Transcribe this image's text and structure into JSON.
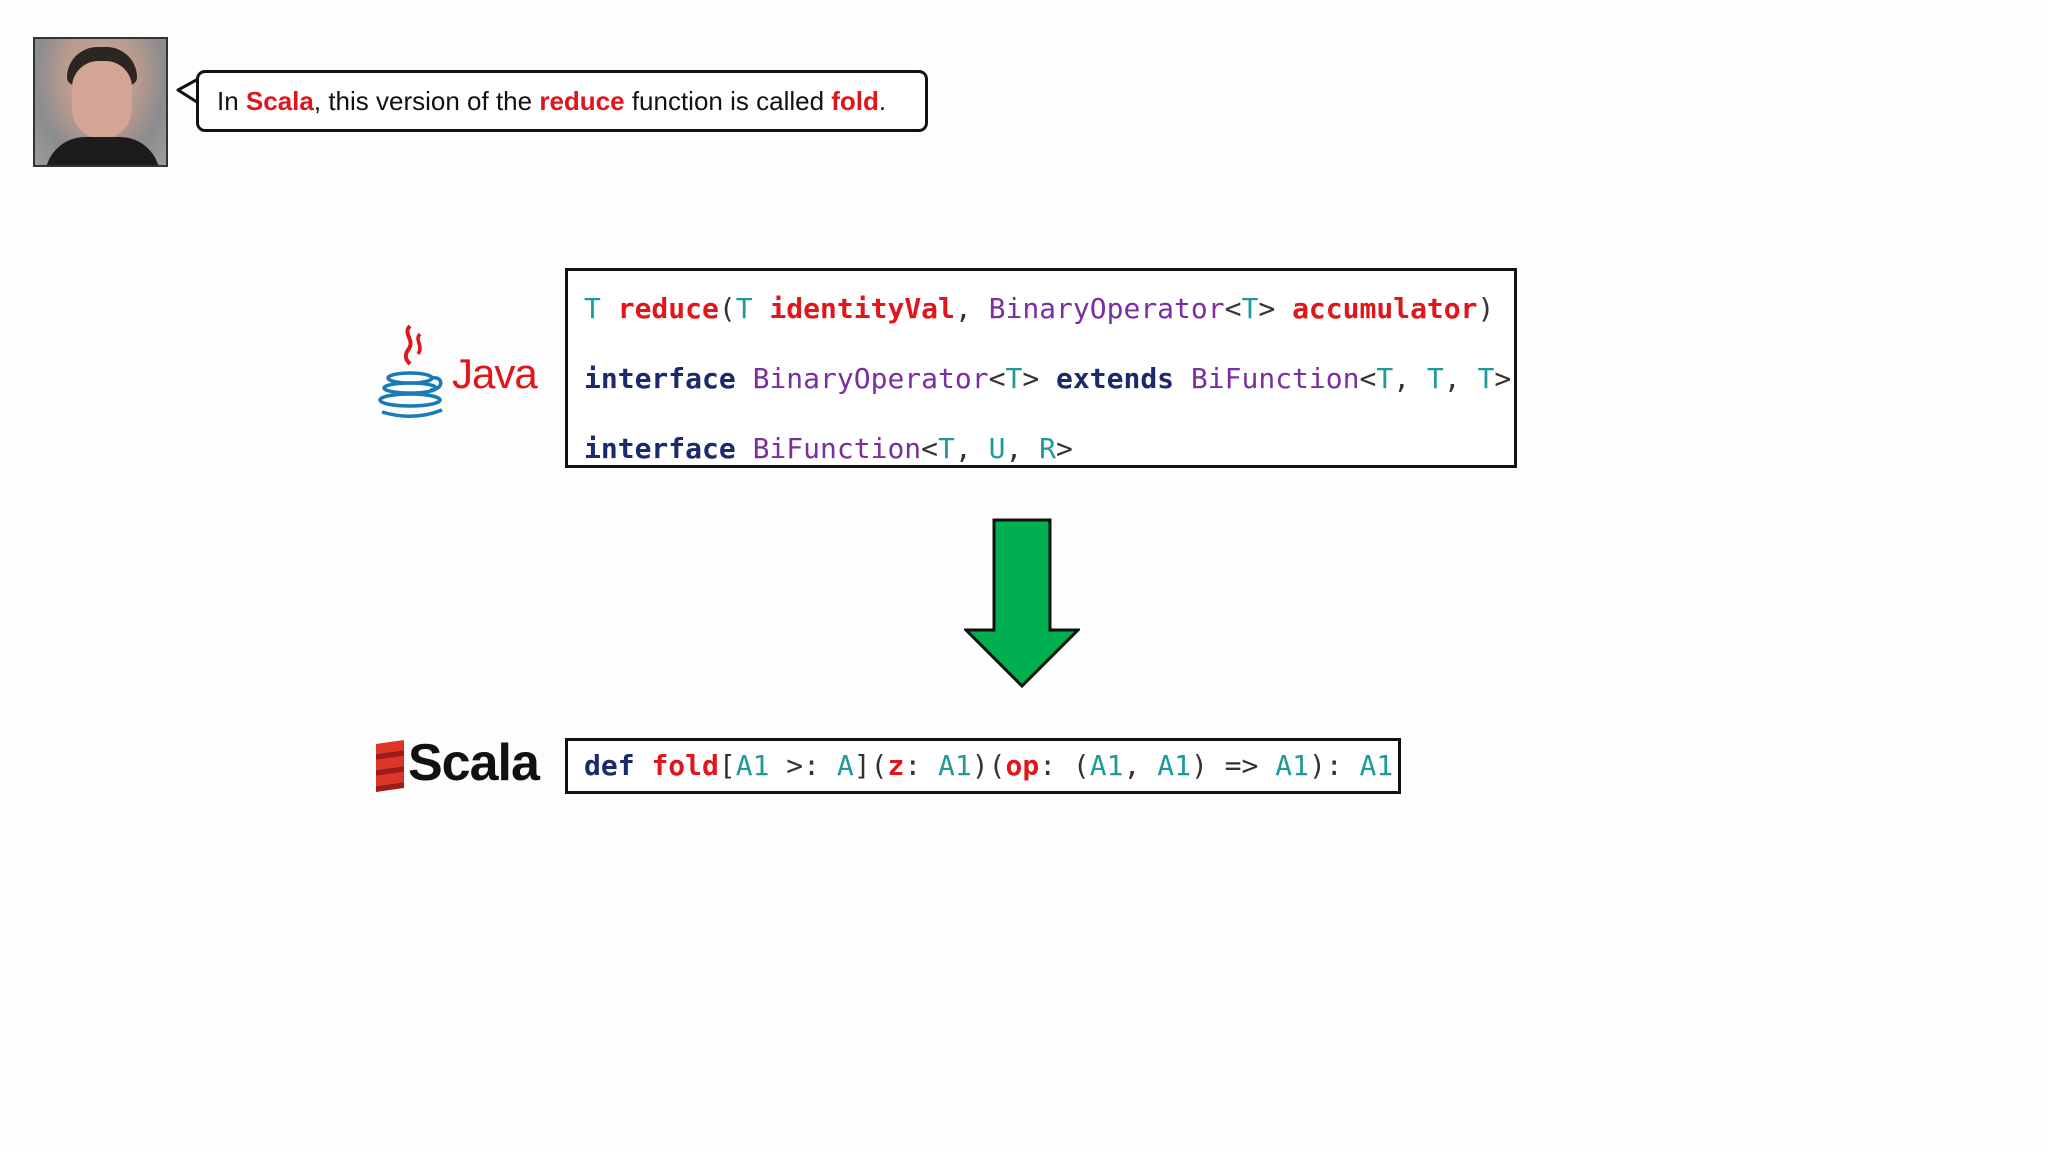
{
  "speech_bubble": {
    "parts": [
      {
        "text": "In ",
        "highlight": false
      },
      {
        "text": "Scala",
        "highlight": true
      },
      {
        "text": ", this version of the ",
        "highlight": false
      },
      {
        "text": "reduce",
        "highlight": true
      },
      {
        "text": " function is called ",
        "highlight": false
      },
      {
        "text": "fold",
        "highlight": true
      },
      {
        "text": ".",
        "highlight": false
      }
    ]
  },
  "java": {
    "logo_text": "Java",
    "lines": [
      {
        "tokens": [
          {
            "t": "T",
            "c": "teal"
          },
          {
            "t": " ",
            "c": "plain"
          },
          {
            "t": "reduce",
            "c": "red"
          },
          {
            "t": "(",
            "c": "plain"
          },
          {
            "t": "T",
            "c": "teal"
          },
          {
            "t": " ",
            "c": "plain"
          },
          {
            "t": "identityVal",
            "c": "red"
          },
          {
            "t": ", ",
            "c": "plain"
          },
          {
            "t": "BinaryOperator",
            "c": "purple"
          },
          {
            "t": "<",
            "c": "plain"
          },
          {
            "t": "T",
            "c": "teal"
          },
          {
            "t": "> ",
            "c": "plain"
          },
          {
            "t": "accumulator",
            "c": "red"
          },
          {
            "t": ")",
            "c": "plain"
          }
        ]
      },
      {
        "tokens": [
          {
            "t": "interface",
            "c": "navy"
          },
          {
            "t": " ",
            "c": "plain"
          },
          {
            "t": "BinaryOperator",
            "c": "purple"
          },
          {
            "t": "<",
            "c": "plain"
          },
          {
            "t": "T",
            "c": "teal"
          },
          {
            "t": "> ",
            "c": "plain"
          },
          {
            "t": "extends",
            "c": "navy"
          },
          {
            "t": " ",
            "c": "plain"
          },
          {
            "t": "BiFunction",
            "c": "purple"
          },
          {
            "t": "<",
            "c": "plain"
          },
          {
            "t": "T",
            "c": "teal"
          },
          {
            "t": ", ",
            "c": "plain"
          },
          {
            "t": "T",
            "c": "teal"
          },
          {
            "t": ", ",
            "c": "plain"
          },
          {
            "t": "T",
            "c": "teal"
          },
          {
            "t": ">",
            "c": "plain"
          }
        ]
      },
      {
        "tokens": [
          {
            "t": "interface",
            "c": "navy"
          },
          {
            "t": " ",
            "c": "plain"
          },
          {
            "t": "BiFunction",
            "c": "purple"
          },
          {
            "t": "<",
            "c": "plain"
          },
          {
            "t": "T",
            "c": "teal"
          },
          {
            "t": ", ",
            "c": "plain"
          },
          {
            "t": "U",
            "c": "teal"
          },
          {
            "t": ", ",
            "c": "plain"
          },
          {
            "t": "R",
            "c": "teal"
          },
          {
            "t": ">",
            "c": "plain"
          }
        ]
      }
    ]
  },
  "scala": {
    "logo_text": "Scala",
    "lines": [
      {
        "tokens": [
          {
            "t": "def",
            "c": "navy"
          },
          {
            "t": " ",
            "c": "plain"
          },
          {
            "t": "fold",
            "c": "red"
          },
          {
            "t": "[",
            "c": "plain"
          },
          {
            "t": "A1",
            "c": "teal"
          },
          {
            "t": " >: ",
            "c": "plain"
          },
          {
            "t": "A",
            "c": "teal"
          },
          {
            "t": "](",
            "c": "plain"
          },
          {
            "t": "z",
            "c": "red"
          },
          {
            "t": ": ",
            "c": "plain"
          },
          {
            "t": "A1",
            "c": "teal"
          },
          {
            "t": ")(",
            "c": "plain"
          },
          {
            "t": "op",
            "c": "red"
          },
          {
            "t": ": (",
            "c": "plain"
          },
          {
            "t": "A1",
            "c": "teal"
          },
          {
            "t": ", ",
            "c": "plain"
          },
          {
            "t": "A1",
            "c": "teal"
          },
          {
            "t": ") => ",
            "c": "plain"
          },
          {
            "t": "A1",
            "c": "teal"
          },
          {
            "t": "): ",
            "c": "plain"
          },
          {
            "t": "A1",
            "c": "teal"
          }
        ]
      }
    ]
  },
  "colors": {
    "highlight": "#e0161b",
    "type_param": "#1e9a9a",
    "type_name": "#7a2fa0",
    "keyword": "#1a2a6c",
    "arrow": "#00b050"
  },
  "icons": {
    "arrow": "down-arrow-icon",
    "java_logo": "java-coffee-cup-icon",
    "scala_logo": "scala-logo-icon"
  }
}
